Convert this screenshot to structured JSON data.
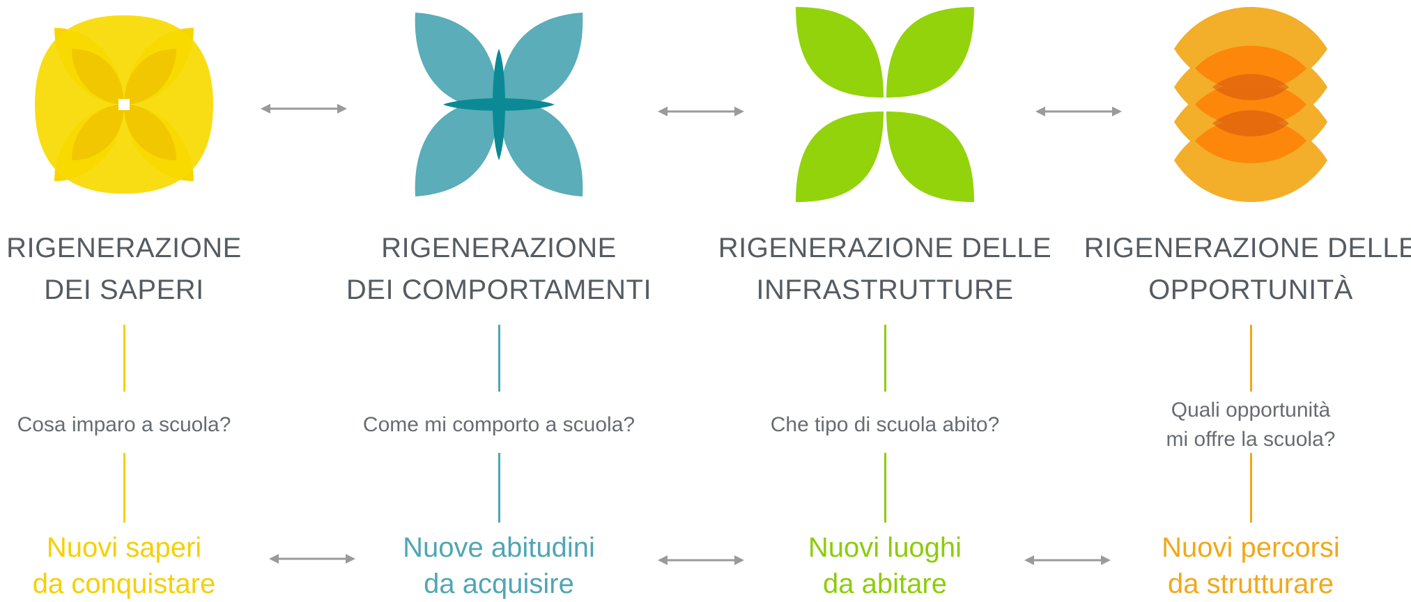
{
  "colors": {
    "arrow": "#9a9a9a",
    "text_gray": "#555b62"
  },
  "pillars": [
    {
      "id": "saperi",
      "icon": "yellow-four-petal-flower-icon",
      "color": "#f7cf00",
      "title": "RIGENERAZIONE\nDEI SAPERI",
      "question": "Cosa imparo a scuola?",
      "result": "Nuovi saperi\nda conquistare"
    },
    {
      "id": "comportamenti",
      "icon": "teal-four-petal-clover-icon",
      "color": "#4fa6b4",
      "title": "RIGENERAZIONE\nDEI COMPORTAMENTI",
      "question": "Come mi comporto a scuola?",
      "result": "Nuove abitudini\nda acquisire"
    },
    {
      "id": "infrastrutture",
      "icon": "green-four-leaf-icon",
      "color": "#8ccc0a",
      "title": "RIGENERAZIONE DELLE\nINFRASTRUTTURE",
      "question": "Che tipo di scuola abito?",
      "result": "Nuovi luoghi\nda abitare"
    },
    {
      "id": "opportunita",
      "icon": "orange-stacked-petals-icon",
      "color": "#f2a818",
      "title": "RIGENERAZIONE DELLE\nOPPORTUNITÀ",
      "question": "Quali opportunità\nmi offre la scuola?",
      "result": "Nuovi percorsi\nda strutturare"
    }
  ]
}
